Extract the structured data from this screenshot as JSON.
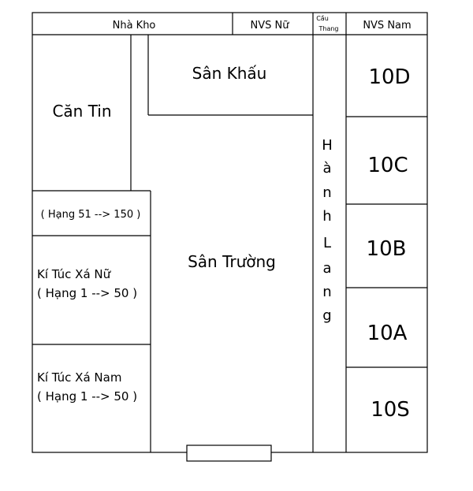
{
  "labels": {
    "nha_kho": "Nhà Kho",
    "nvs_nu": "NVS Nữ",
    "cau_thang_1": "Cầu",
    "cau_thang_2": "Thang",
    "nvs_nam": "NVS Nam",
    "san_khau": "Sân Khấu",
    "can_tin": "Căn Tin",
    "hang_51_150": "( Hạng 51 --> 150 )",
    "ktx_nu_1": "Kí Túc Xá Nữ",
    "ktx_nu_2": "( Hạng 1 --> 50 )",
    "ktx_nam_1": "Kí Túc Xá Nam",
    "ktx_nam_2": "( Hạng 1 --> 50 )",
    "san_truong": "Sân Trường",
    "hanh_lang": [
      "H",
      "à",
      "n",
      "h",
      "L",
      "a",
      "n",
      "g"
    ],
    "rooms": [
      "10D",
      "10C",
      "10B",
      "10A",
      "10S"
    ]
  }
}
